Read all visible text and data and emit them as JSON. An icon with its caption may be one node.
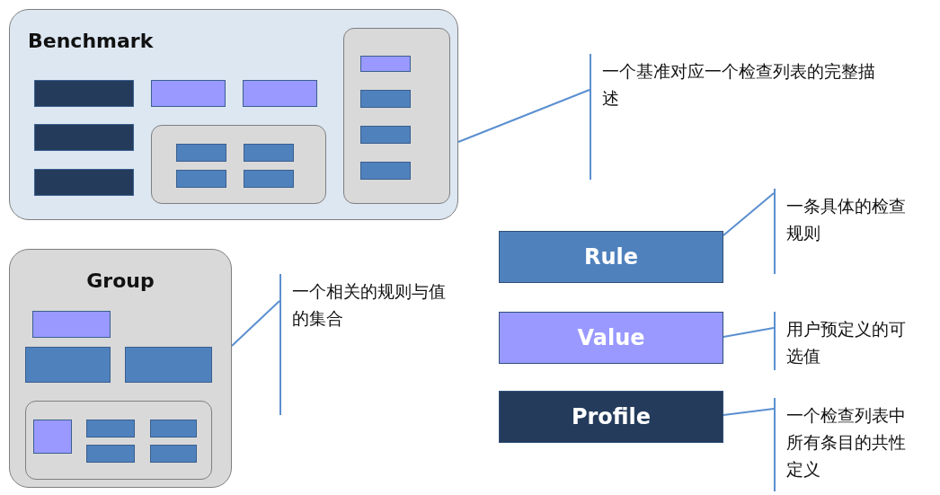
{
  "diagram": {
    "nodes": [
      {
        "text": [
          "Benchmark"
        ]
      },
      {
        "text": [],
        "shape": "box",
        "in": 0
      },
      {
        "text": [],
        "shape": "box",
        "in": 0
      },
      {
        "text": [],
        "shape": "box",
        "in": 0
      },
      {
        "text": [],
        "shape": "box",
        "in": 0
      },
      {
        "text": [],
        "shape": "box",
        "in": 0
      },
      {
        "text": [],
        "shape": "box",
        "in": 0
      },
      {
        "text": [],
        "shape": "box",
        "in": 6
      },
      {
        "text": [],
        "shape": "box",
        "in": 6
      },
      {
        "text": [],
        "shape": "box",
        "in": 6
      },
      {
        "text": [],
        "shape": "box",
        "in": 6
      },
      {
        "text": [],
        "shape": "box",
        "in": 0
      },
      {
        "text": [],
        "shape": "box",
        "in": 11
      },
      {
        "text": [],
        "shape": "box",
        "in": 11
      },
      {
        "text": [],
        "shape": "box",
        "in": 11
      },
      {
        "text": [],
        "shape": "box",
        "in": 11
      },
      {
        "text": [
          "一个基准对应一个检查列表的完整描述"
        ]
      },
      {
        "text": [
          "Group"
        ]
      },
      {
        "text": [],
        "shape": "box",
        "in": 17
      },
      {
        "text": [],
        "shape": "box",
        "in": 17
      },
      {
        "text": [],
        "shape": "box",
        "in": 17
      },
      {
        "text": [],
        "shape": "box",
        "in": 17
      },
      {
        "text": [],
        "shape": "box",
        "in": 21
      },
      {
        "text": [],
        "shape": "box",
        "in": 21
      },
      {
        "text": [],
        "shape": "box",
        "in": 21
      },
      {
        "text": [],
        "shape": "box",
        "in": 21
      },
      {
        "text": [],
        "shape": "box",
        "in": 21
      },
      {
        "text": [
          "一个相关的规则与值的集合"
        ]
      },
      {
        "text": [
          "Rule"
        ]
      },
      {
        "text": [
          "一条具体的检查规则"
        ]
      },
      {
        "text": [
          "Value"
        ]
      },
      {
        "text": [
          "用户预定义的可选值"
        ]
      },
      {
        "text": [
          "Profile"
        ]
      },
      {
        "text": [
          "一个检查列表中所有条目的共性定义"
        ]
      }
    ],
    "edges": [
      {
        "from": 16,
        "to": 0,
        "arrow": "none"
      },
      {
        "from": 27,
        "to": 17,
        "arrow": "none"
      },
      {
        "from": 29,
        "to": 28,
        "arrow": "none"
      },
      {
        "from": 31,
        "to": 30,
        "arrow": "none"
      },
      {
        "from": 33,
        "to": 32,
        "arrow": "none"
      }
    ]
  }
}
